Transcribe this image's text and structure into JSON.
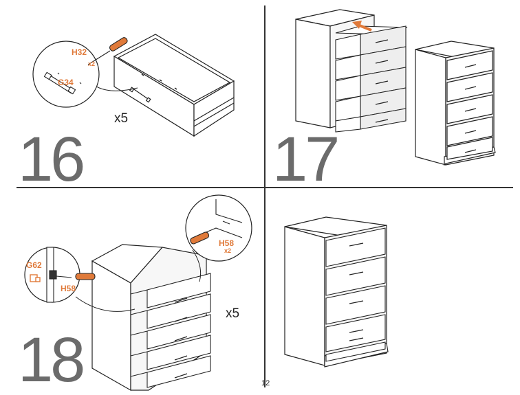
{
  "steps": [
    {
      "number": "16",
      "multiplier": "x5",
      "parts": [
        {
          "code": "H32",
          "qty": "x2"
        },
        {
          "code": "G34"
        }
      ]
    },
    {
      "number": "17"
    },
    {
      "number": "18",
      "multiplier": "x5",
      "parts": [
        {
          "code": "G62"
        },
        {
          "code": "H58"
        },
        {
          "code": "H58",
          "qty": "x2"
        }
      ]
    }
  ],
  "page_number": "12",
  "colors": {
    "accent": "#e07a3a",
    "line": "#222222",
    "numeral": "#6b6b6b"
  }
}
